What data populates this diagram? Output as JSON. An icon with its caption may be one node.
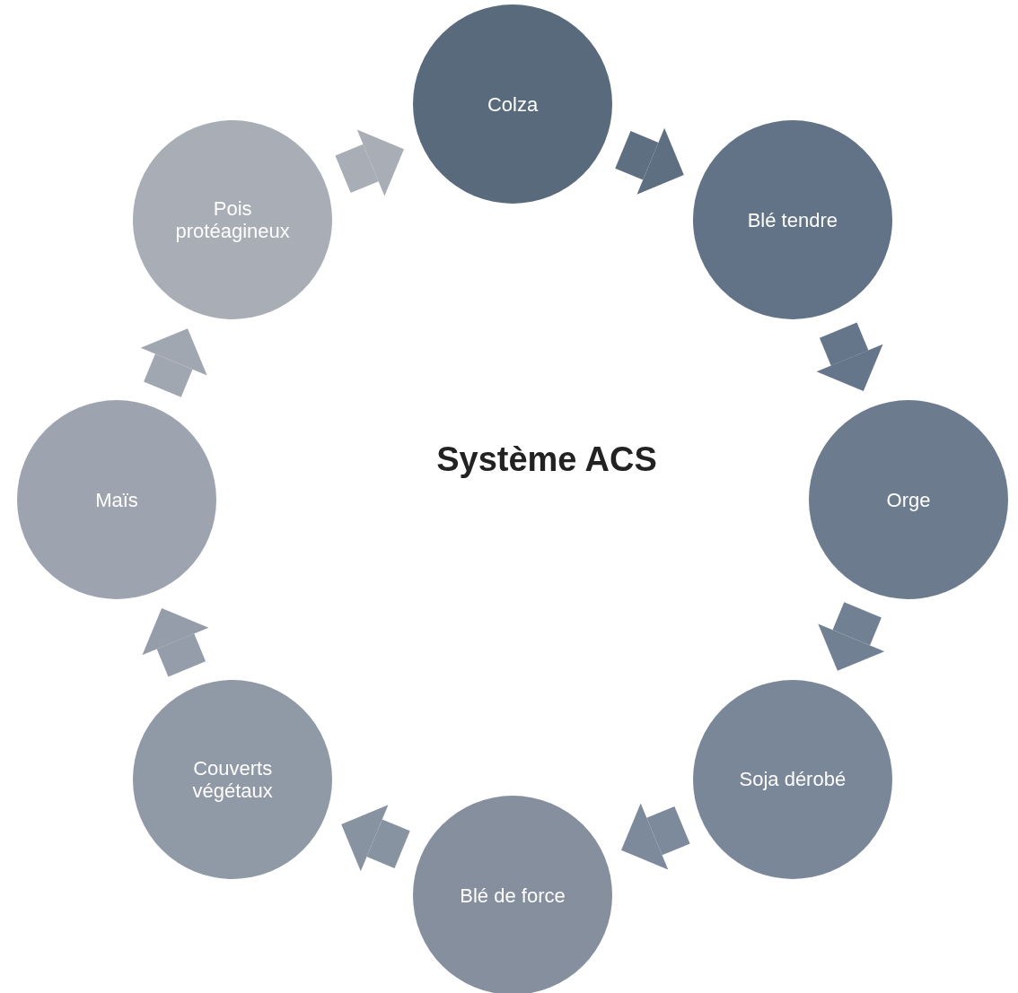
{
  "diagram": {
    "nodes": [
      {
        "text": [
          "Colza"
        ]
      },
      {
        "text": [
          "Blé tendre"
        ]
      },
      {
        "text": [
          "Orge"
        ]
      },
      {
        "text": [
          "Soja dérobé"
        ]
      },
      {
        "text": [
          "Blé de force"
        ]
      },
      {
        "text": [
          "Couverts végétaux"
        ]
      },
      {
        "text": [
          "Maïs"
        ]
      },
      {
        "text": [
          "Pois protéagineux"
        ]
      }
    ],
    "edges": [
      {
        "from": 0,
        "to": 1,
        "arrow": "to",
        "color": "#5f6f82"
      },
      {
        "from": 1,
        "to": 2,
        "arrow": "to",
        "color": "#66768a"
      },
      {
        "from": 2,
        "to": 3,
        "arrow": "to",
        "color": "#718193"
      },
      {
        "from": 3,
        "to": 4,
        "arrow": "to",
        "color": "#7d8a9b"
      },
      {
        "from": 4,
        "to": 5,
        "arrow": "to",
        "color": "#8893a1"
      },
      {
        "from": 5,
        "to": 6,
        "arrow": "to",
        "color": "#959daa"
      },
      {
        "from": 6,
        "to": 7,
        "arrow": "to",
        "color": "#a1a7b1"
      },
      {
        "from": 7,
        "to": 0,
        "arrow": "to",
        "color": "#a9aeb6"
      }
    ],
    "labels": [
      "Système ACS"
    ]
  }
}
